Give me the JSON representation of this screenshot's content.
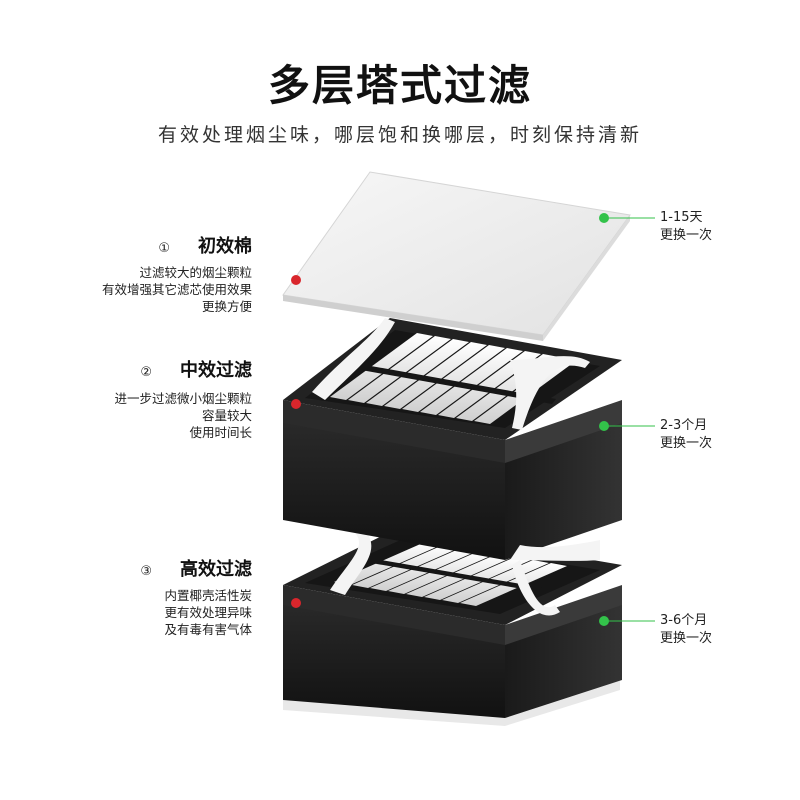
{
  "header": {
    "title": "多层塔式过滤",
    "subtitle": "有效处理烟尘味，哪层饱和换哪层，时刻保持清新"
  },
  "layers": [
    {
      "number": "①",
      "name": "初效棉",
      "desc": [
        "过滤较大的烟尘颗粒",
        "有效增强其它滤芯使用效果",
        "更换方便"
      ],
      "interval": "1-15天",
      "action": "更换一次"
    },
    {
      "number": "②",
      "name": "中效过滤",
      "desc": [
        "进一步过滤微小烟尘颗粒",
        "容量较大",
        "使用时间长"
      ],
      "interval": "2-3个月",
      "action": "更换一次"
    },
    {
      "number": "③",
      "name": "高效过滤",
      "desc": [
        "内置椰壳活性炭",
        "更有效处理异味",
        "及有毒有害气体"
      ],
      "interval": "3-6个月",
      "action": "更换一次"
    }
  ],
  "colors": {
    "left_marker": "#d9262c",
    "right_marker": "#33c24a",
    "filter_body": "#1b1b1b",
    "filter_rim": "#2a2a2a",
    "pad": "#f2f2f2"
  }
}
